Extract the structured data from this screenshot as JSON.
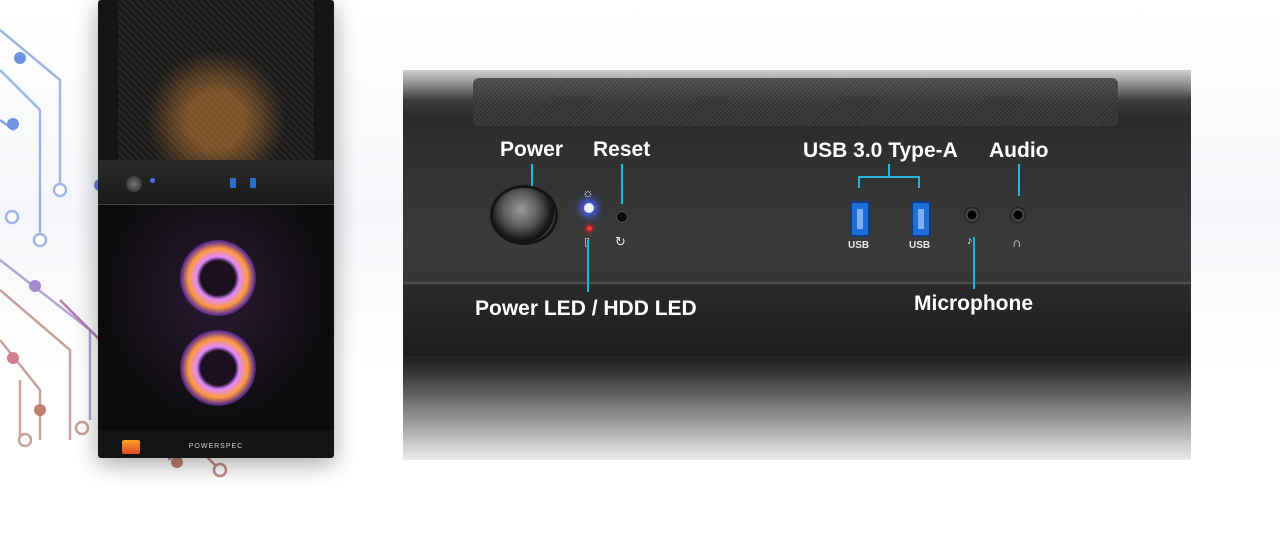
{
  "product": {
    "brand_text": "POWERSPEC"
  },
  "callouts": {
    "power": "Power",
    "reset": "Reset",
    "usb": "USB 3.0 Type-A",
    "audio": "Audio",
    "led": "Power LED / HDD LED",
    "microphone": "Microphone"
  },
  "port_labels": {
    "usb_left": "USB",
    "usb_right": "USB"
  },
  "icons": {
    "power_led": "sun-icon",
    "hdd_led": "disk-icon",
    "reset": "reset-arrow-icon",
    "microphone": "microphone-icon",
    "headphone": "headphone-icon"
  },
  "colors": {
    "callout_line": "#23b5e0",
    "usb_port": "#1e6ed8",
    "power_led": "#4a63ff",
    "hdd_led": "#ff3030",
    "callout_text": "#ffffff"
  }
}
